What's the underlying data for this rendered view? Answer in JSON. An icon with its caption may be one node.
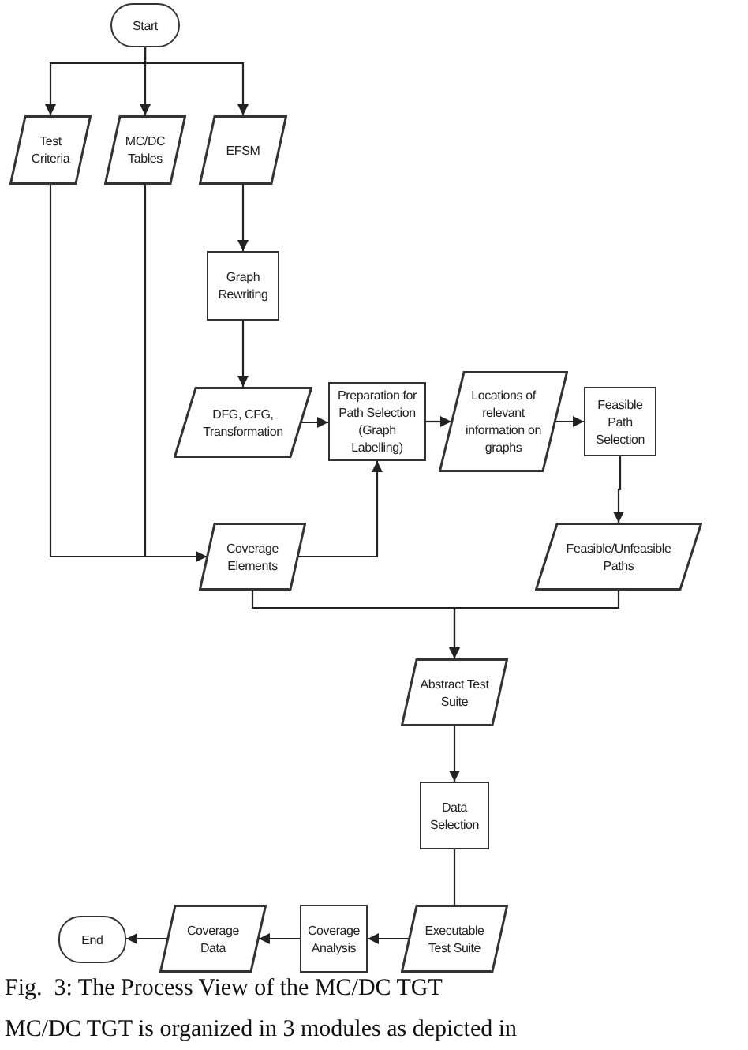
{
  "diagram": {
    "caption": "Fig.  3: The Process View of the MC/DC TGT",
    "nodes": [
      {
        "text": [
          "Start"
        ]
      },
      {
        "text": [
          "Test Criteria"
        ]
      },
      {
        "text": [
          "MC/DC Tables"
        ]
      },
      {
        "text": [
          "EFSM"
        ]
      },
      {
        "text": [
          "Graph Rewriting"
        ]
      },
      {
        "text": [
          "DFG, CFG, Transformation"
        ]
      },
      {
        "text": [
          "Preparation for Path Selection (Graph Labelling)"
        ]
      },
      {
        "text": [
          "Locations of relevant information on graphs"
        ]
      },
      {
        "text": [
          "Feasible Path Selection"
        ]
      },
      {
        "text": [
          "Coverage Elements"
        ]
      },
      {
        "text": [
          "Feasible/Unfeasible Paths"
        ]
      },
      {
        "text": [
          "Abstract Test Suite"
        ]
      },
      {
        "text": [
          "Data Selection"
        ]
      },
      {
        "text": [
          "Executable Test Suite"
        ]
      },
      {
        "text": [
          "Coverage Analysis"
        ]
      },
      {
        "text": [
          "Coverage Data"
        ]
      },
      {
        "text": [
          "End"
        ]
      }
    ],
    "edges": [
      {
        "from": 0,
        "to": 1,
        "arrow": "to"
      },
      {
        "from": 0,
        "to": 2,
        "arrow": "to"
      },
      {
        "from": 0,
        "to": 3,
        "arrow": "to"
      },
      {
        "from": 3,
        "to": 4,
        "arrow": "to"
      },
      {
        "from": 4,
        "to": 5,
        "arrow": "to"
      },
      {
        "from": 5,
        "to": 6,
        "arrow": "to"
      },
      {
        "from": 6,
        "to": 7,
        "arrow": "to"
      },
      {
        "from": 7,
        "to": 8,
        "arrow": "to"
      },
      {
        "from": 8,
        "to": 10,
        "arrow": "to"
      },
      {
        "from": 1,
        "to": 9,
        "arrow": "to"
      },
      {
        "from": 2,
        "to": 9,
        "arrow": "to"
      },
      {
        "from": 9,
        "to": 6,
        "arrow": "to"
      },
      {
        "from": 9,
        "to": 11,
        "arrow": "to"
      },
      {
        "from": 10,
        "to": 11,
        "arrow": "to"
      },
      {
        "from": 11,
        "to": 12,
        "arrow": "to"
      },
      {
        "from": 12,
        "to": 13,
        "arrow": "none"
      },
      {
        "from": 13,
        "to": 14,
        "arrow": "to"
      },
      {
        "from": 14,
        "to": 15,
        "arrow": "to"
      },
      {
        "from": 15,
        "to": 16,
        "arrow": "to"
      }
    ],
    "labels": [
      "MC/DC TGT is organized in 3 modules as depicted in"
    ]
  }
}
